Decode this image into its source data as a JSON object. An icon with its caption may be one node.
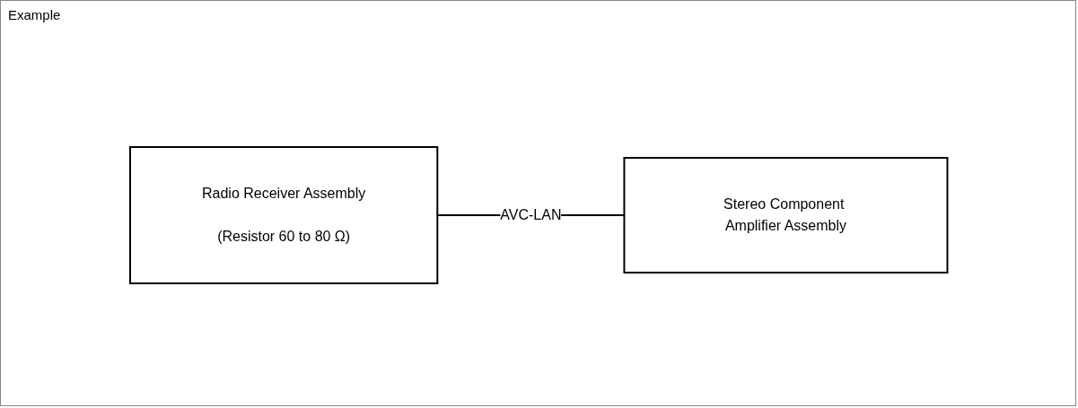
{
  "diagram": {
    "title": "Example",
    "nodes": [
      {
        "text": [
          "Radio Receiver Assembly",
          "(Resistor 60 to 80 Ω)"
        ]
      },
      {
        "text": [
          "Stereo Component Amplifier Assembly"
        ]
      }
    ],
    "edges": [
      {
        "from": 0,
        "to": 1,
        "arrow": "none",
        "label": "AVC-LAN"
      }
    ]
  }
}
